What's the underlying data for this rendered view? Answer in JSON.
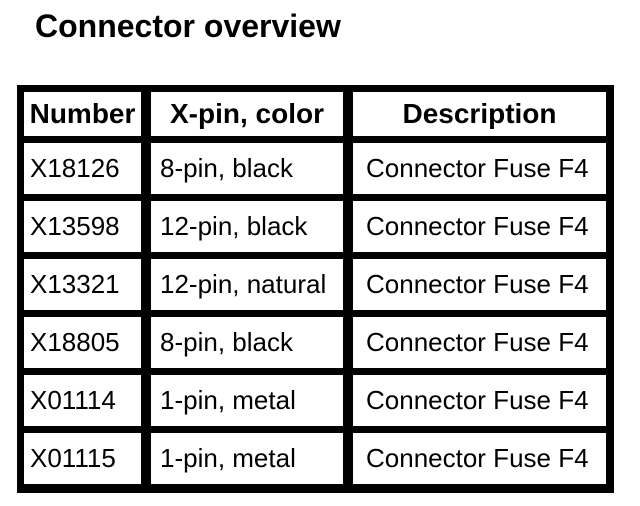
{
  "colors": {
    "background": "#ffffff",
    "ink": "#000000",
    "cell_background": "#ffffff"
  },
  "title": "Connector overview",
  "table": {
    "headers": [
      "Number",
      "X-pin, color",
      "Description"
    ],
    "rows": [
      [
        "X18126",
        "8-pin, black",
        "Connector Fuse F4"
      ],
      [
        "X13598",
        "12-pin, black",
        "Connector Fuse F4"
      ],
      [
        "X13321",
        "12-pin, natural",
        "Connector Fuse F4"
      ],
      [
        "X18805",
        "8-pin, black",
        "Connector Fuse F4"
      ],
      [
        "X01114",
        "1-pin, metal",
        "Connector Fuse F4"
      ],
      [
        "X01115",
        "1-pin, metal",
        "Connector Fuse F4"
      ]
    ]
  }
}
